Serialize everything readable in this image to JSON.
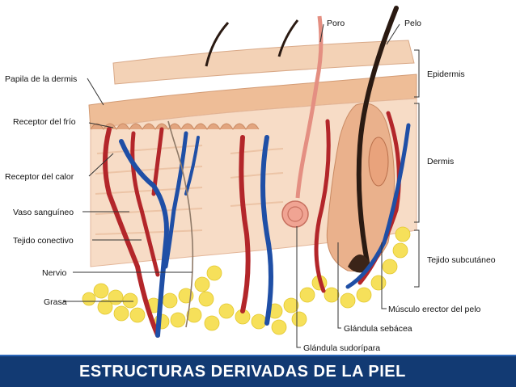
{
  "labels": {
    "left": [
      "Papila de la dermis",
      "Receptor del frío",
      "Receptor del calor",
      "Vaso sanguíneo",
      "Tejido conectivo",
      "Nervio",
      "Grasa"
    ],
    "top": [
      "Poro",
      "Pelo"
    ],
    "right": [
      "Epidermis",
      "Dermis",
      "Tejido subcutáneo"
    ],
    "bottom": [
      "Músculo erector del pelo",
      "Glándula sebácea",
      "Glándula sudorípara"
    ]
  },
  "title": "ESTRUCTURAS DERIVADAS DE LA PIEL",
  "colors": {
    "banner": "#123a73",
    "artery": "#b3262a",
    "vein": "#1f4fa6",
    "epidermis": "#f2c9a8",
    "dermis": "#f7dcc6",
    "fat": "#f6e05a"
  }
}
